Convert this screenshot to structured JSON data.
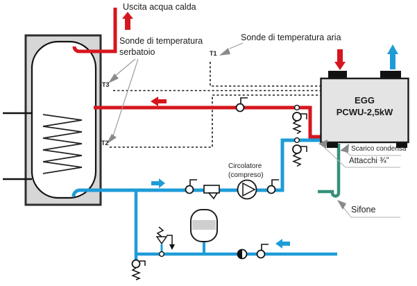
{
  "labels": {
    "hot_water_outlet": "Uscita acqua calda",
    "tank_sensors": "Sonde di temperatura\nserbatoio",
    "air_sensor": "Sonde di temperatura aria",
    "t1": "T1",
    "t2": "T2",
    "t3": "T3",
    "condensate": "Scarico condensa",
    "connections": "Attacchi ¾”",
    "siphon": "Sifone",
    "circulator": "Circolatore\n(compreso)"
  },
  "unit": {
    "brand": "EGG",
    "model": "PCWU-2,5kW"
  },
  "colors": {
    "hot": "#d6161e",
    "cold": "#1e9cd7",
    "condensate": "#36907b",
    "sensor_line": "#1a1a1a",
    "callout": "#8a8a8a",
    "tank_fill": "#d6d6d6",
    "unit_fill": "#e4e4e4"
  }
}
